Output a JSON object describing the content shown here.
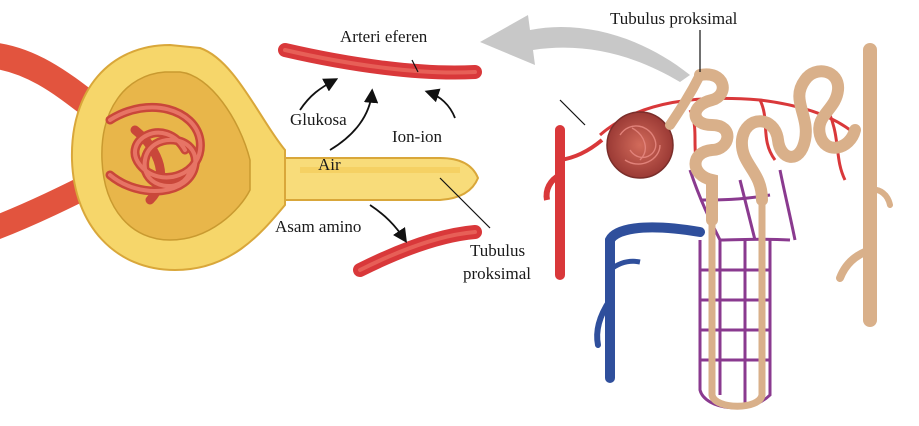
{
  "labels": {
    "arteri_eferen": "Arteri eferen",
    "glukosa": "Glukosa",
    "ion_ion": "Ion-ion",
    "air": "Air",
    "asam_amino": "Asam amino",
    "tubulus_line1": "Tubulus",
    "tubulus_line2": "proksimal",
    "tubulus_proksimal_right": "Tubulus proksimal"
  },
  "colors": {
    "artery": "#d9383a",
    "vein": "#2f4f9c",
    "capillary_mix": "#8a3a8f",
    "capsule_outer": "#f6d66a",
    "capsule_inner": "#e8b64a",
    "tubule_left": "#f8dc7a",
    "tubule_right": "#d9b08a",
    "callout_arrow": "#c8c8c8"
  }
}
